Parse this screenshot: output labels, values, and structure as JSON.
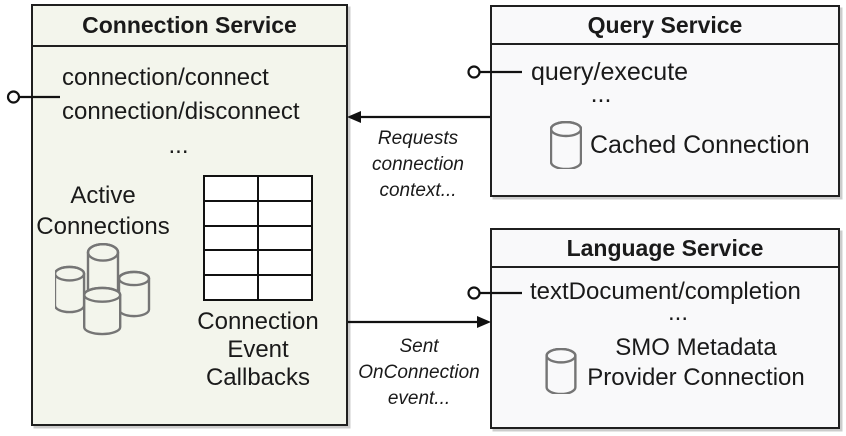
{
  "connection_service": {
    "title": "Connection Service",
    "methods": [
      "connection/connect",
      "connection/disconnect"
    ],
    "ellipsis": "...",
    "active_connections": [
      "Active",
      "Connections"
    ],
    "callbacks": [
      "Connection",
      "Event",
      "Callbacks"
    ]
  },
  "query_service": {
    "title": "Query Service",
    "method": "query/execute",
    "ellipsis": "...",
    "cached_connection_label": "Cached Connection"
  },
  "language_service": {
    "title": "Language Service",
    "method": "textDocument/completion",
    "ellipsis": "...",
    "metadata_connection": [
      "SMO Metadata",
      "Provider Connection"
    ]
  },
  "annotations": {
    "requests": [
      "Requests",
      "connection",
      "context..."
    ],
    "sent": [
      "Sent",
      "OnConnection",
      "event..."
    ]
  },
  "icons": {
    "database_cluster": "database-cluster-icon",
    "database": "database-icon",
    "lollipop_interface": "lollipop-interface-icon",
    "callback_grid": "callback-grid-icon",
    "arrow_left": "arrow-left-icon",
    "arrow_right": "arrow-right-icon"
  },
  "colors": {
    "connection_box_fill": "#f3f5ec",
    "service_box_fill": "#f9f9fa",
    "border": "#1f1f1f",
    "icon_stroke": "#757575",
    "text": "#1a1a1a"
  }
}
